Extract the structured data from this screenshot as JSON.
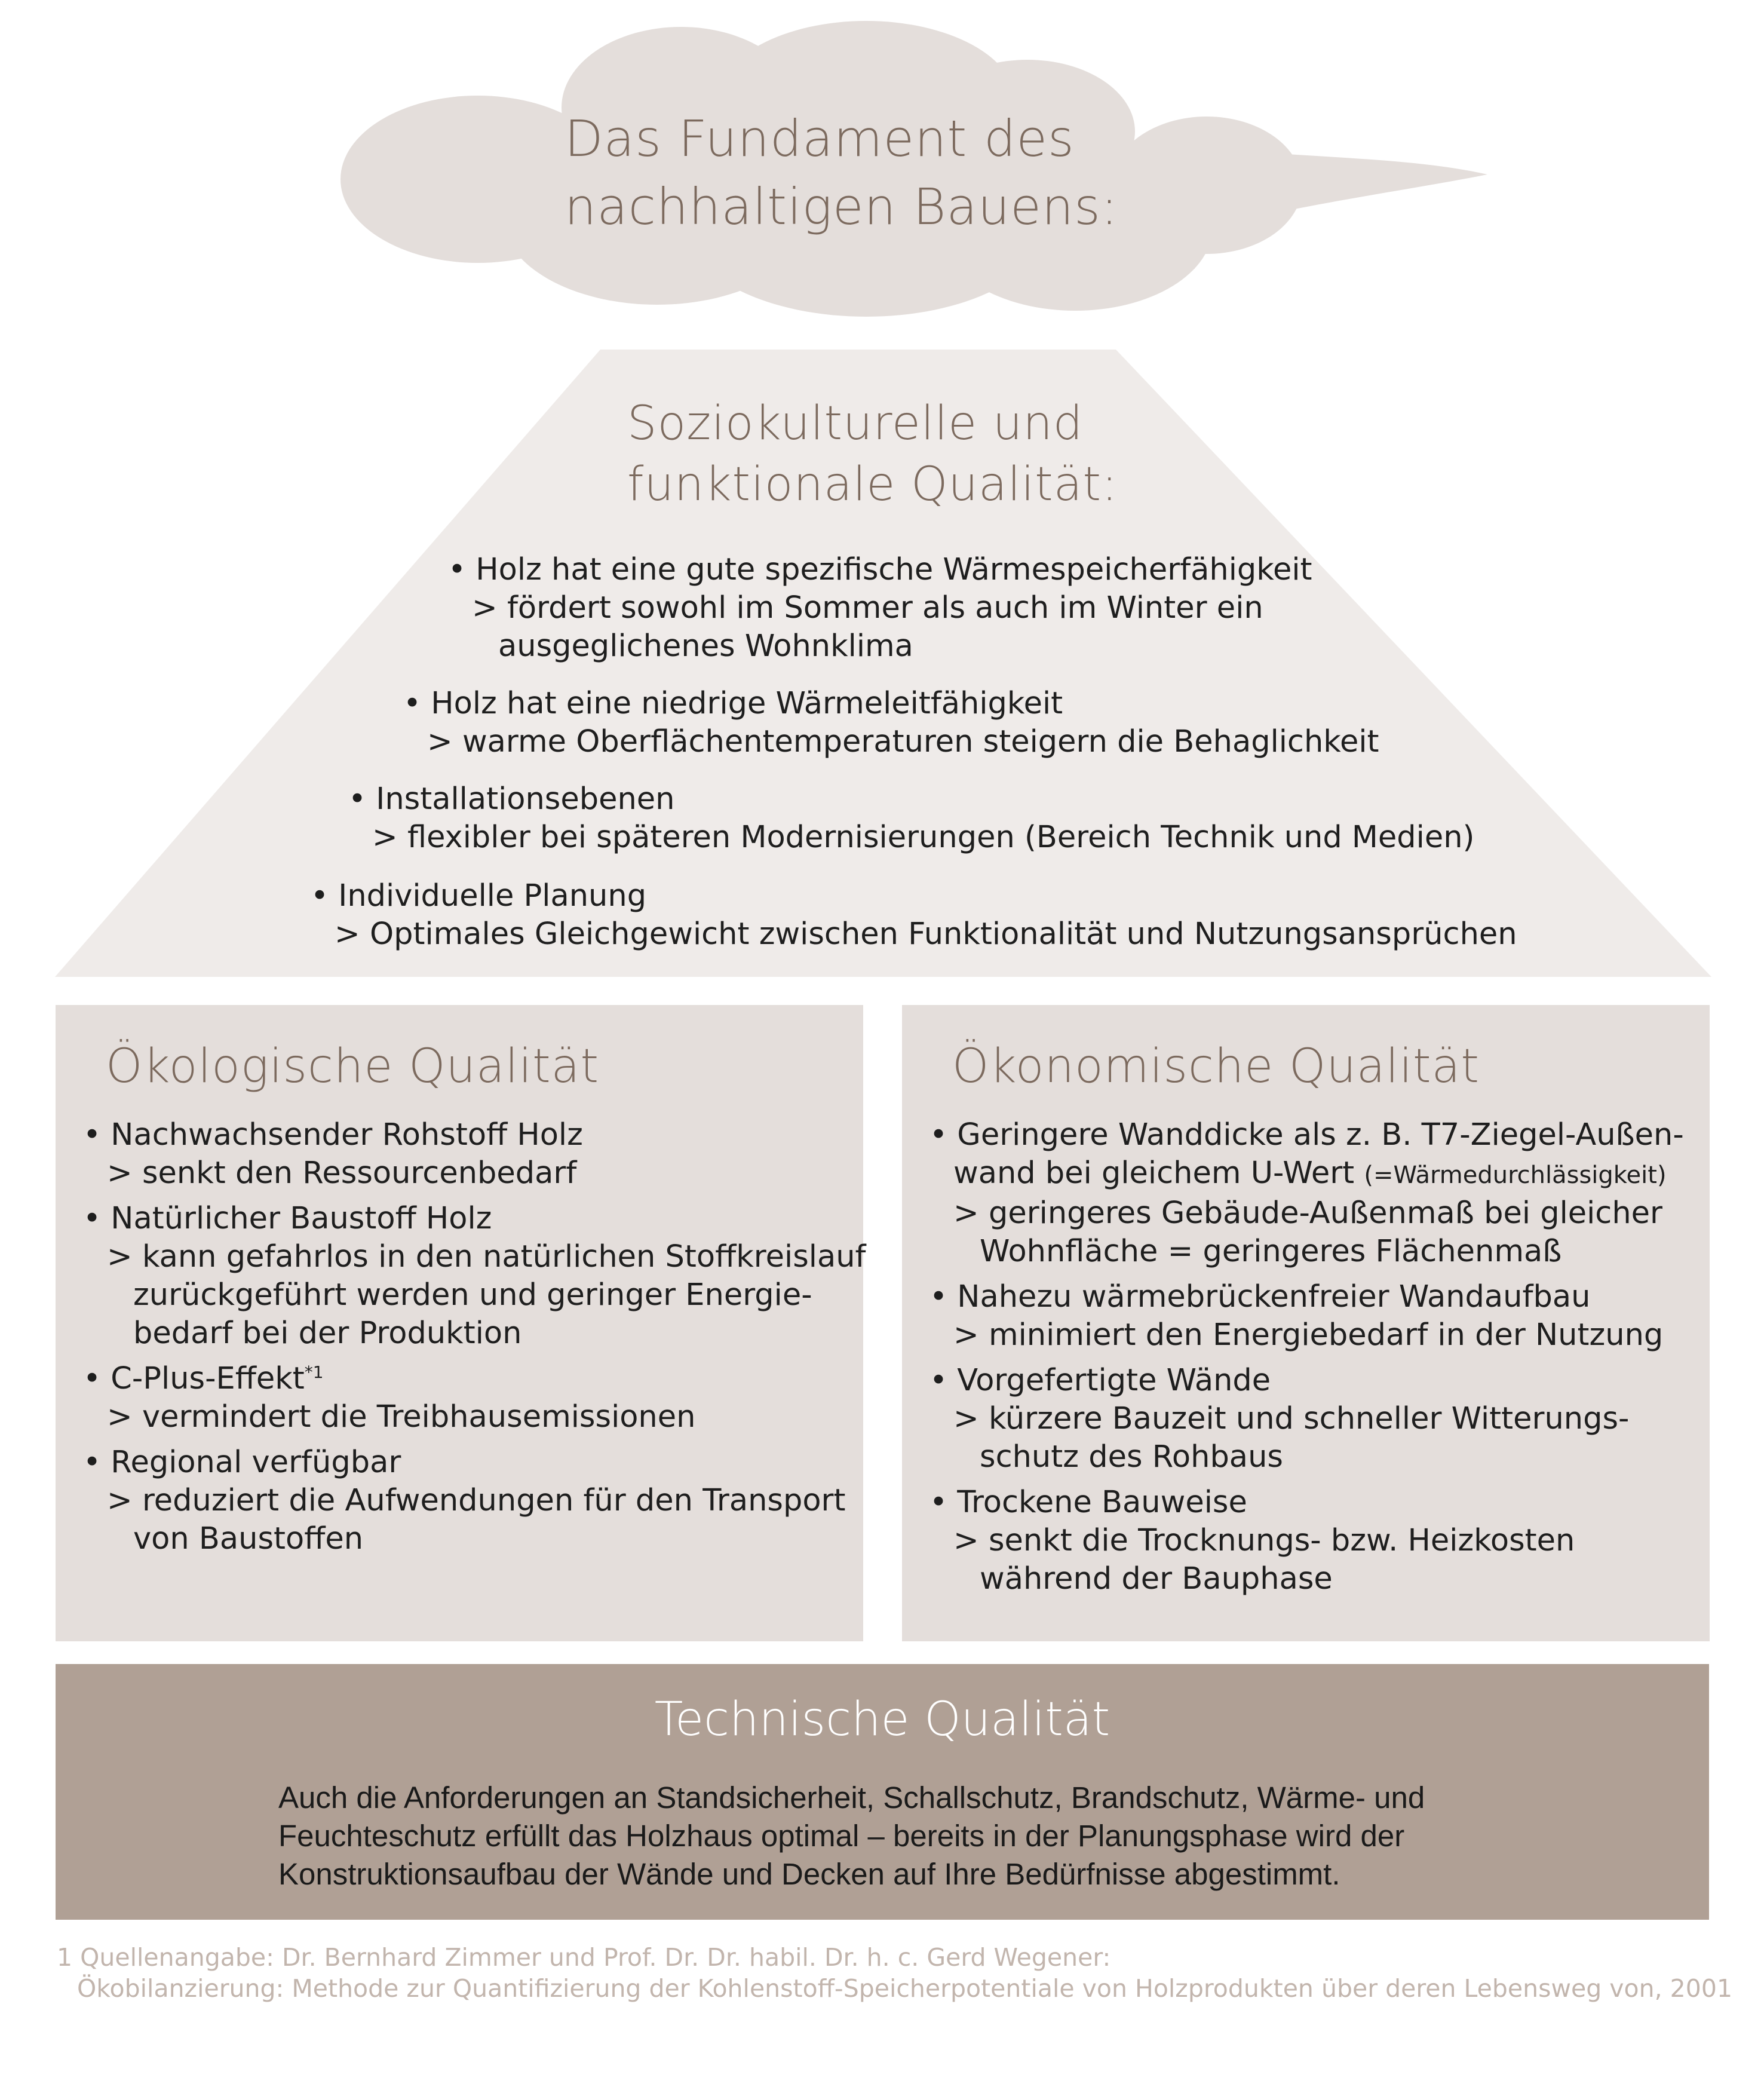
{
  "colors": {
    "cloud": "#e4dedb",
    "roof": "#efebe9",
    "box": "#e4dedb",
    "technical_box": "#b0a095",
    "heading_text": "#7c6a5e",
    "body_text": "#1e1e1e",
    "footnote_text": "#c2b5ad"
  },
  "title": {
    "line1": "Das Fundament des",
    "line2": "nachhaltigen Bauens:"
  },
  "roof": {
    "title_line1": "Soziokulturelle und",
    "title_line2": "funktionale Qualität:",
    "items": [
      {
        "main": "• Holz hat eine gute spezifische Wärmespeicherfähigkeit",
        "sub1": "> fördert sowohl im Sommer als auch im Winter ein",
        "sub2": "ausgeglichenes Wohnklima"
      },
      {
        "main": "• Holz hat eine niedrige Wärmeleitfähigkeit",
        "sub1": "> warme Oberflächentemperaturen steigern die Behaglichkeit"
      },
      {
        "main": "• Installationsebenen",
        "sub1": "> flexibler bei späteren Modernisierungen (Bereich Technik und Medien)"
      },
      {
        "main": "• Individuelle Planung",
        "sub1": "> Optimales Gleichgewicht zwischen Funktionalität und Nutzungsansprüchen"
      }
    ]
  },
  "ecological": {
    "title": "Ökologische Qualität",
    "items": [
      {
        "main": "• Nachwachsender Rohstoff Holz",
        "sub1": "> senkt den Ressourcenbedarf"
      },
      {
        "main": "• Natürlicher Baustoff Holz",
        "sub1": "> kann gefahrlos in den natürlichen Stoffkreislauf",
        "sub2": "zurückgeführt werden und  geringer Energie-",
        "sub3": "bedarf bei der  Produktion"
      },
      {
        "main": "• C-Plus-Effekt",
        "sup": "*1",
        "sub1": "> vermindert die Treibhausemissionen"
      },
      {
        "main": "• Regional verfügbar",
        "sub1": "> reduziert die Aufwendungen für den Transport",
        "sub2": "von Baustoffen"
      }
    ]
  },
  "economic": {
    "title": "Ökonomische Qualität",
    "items": [
      {
        "main": "• Geringere Wanddicke als z. B. T7-Ziegel-Außen-",
        "main2": "wand bei gleichem U-Wert",
        "main2_small": "(=Wärmedurchlässigkeit)",
        "sub1": "> geringeres Gebäude-Außenmaß bei gleicher",
        "sub2": "Wohnfläche = geringeres Flächenmaß"
      },
      {
        "main": "• Nahezu wärmebrückenfreier Wandaufbau",
        "sub1": "> minimiert den Energiebedarf in der Nutzung"
      },
      {
        "main": "• Vorgefertigte Wände",
        "sub1": "> kürzere Bauzeit und schneller Witterungs-",
        "sub2": "schutz des Rohbaus"
      },
      {
        "main": "• Trockene Bauweise",
        "sub1": "> senkt die Trocknungs- bzw. Heizkosten",
        "sub2": "während der Bauphase"
      }
    ]
  },
  "technical": {
    "title": "Technische Qualität",
    "line1": "Auch die Anforderungen an Standsicherheit, Schallschutz, Brandschutz, Wärme- und",
    "line2": "Feuchteschutz erfüllt das Holzhaus optimal – bereits in der Planungsphase wird der",
    "line3": "Konstruktionsaufbau der Wände und Decken auf Ihre Bedürfnisse abgestimmt."
  },
  "footnote": {
    "line1": "1 Quellenangabe: Dr. Bernhard Zimmer und Prof. Dr. Dr. habil. Dr. h. c. Gerd Wegener:",
    "line2": "Ökobilanzierung: Methode zur Quantifizierung der Kohlenstoff-Speicherpotentiale von Holzprodukten über deren Lebensweg von, 2001"
  }
}
